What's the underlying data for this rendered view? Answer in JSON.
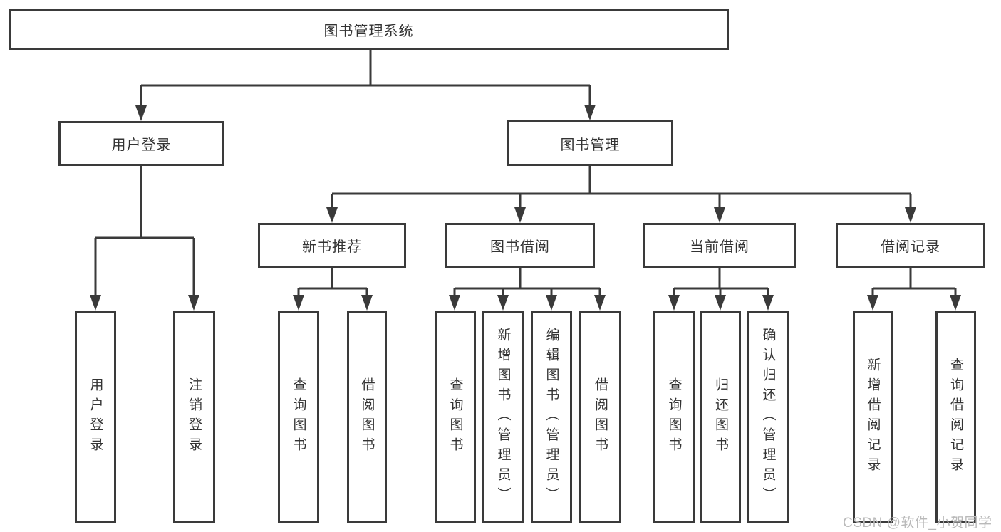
{
  "diagram": {
    "root": {
      "label": "图书管理系统"
    },
    "level2": [
      {
        "label": "用户登录"
      },
      {
        "label": "图书管理"
      }
    ],
    "level3": [
      {
        "label": "新书推荐"
      },
      {
        "label": "图书借阅"
      },
      {
        "label": "当前借阅"
      },
      {
        "label": "借阅记录"
      }
    ],
    "leaves": [
      {
        "label": "用户登录"
      },
      {
        "label": "注销登录"
      },
      {
        "label": "查询图书"
      },
      {
        "label": "借阅图书"
      },
      {
        "label": "查询图书"
      },
      {
        "label": "新增图书（管理员）"
      },
      {
        "label": "编辑图书（管理员）"
      },
      {
        "label": "借阅图书"
      },
      {
        "label": "查询图书"
      },
      {
        "label": "归还图书"
      },
      {
        "label": "确认归还（管理员）"
      },
      {
        "label": "新增借阅记录"
      },
      {
        "label": "查询借阅记录"
      }
    ],
    "watermark": "CSDN @软件_小贺同学",
    "colors": {
      "line": "#3a3a3a",
      "text": "#333333",
      "background": "#ffffff",
      "watermark": "#b9b9b9"
    }
  }
}
